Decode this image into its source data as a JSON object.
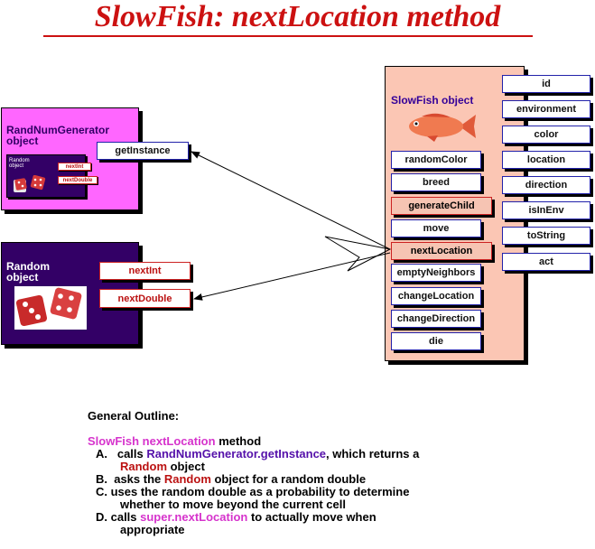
{
  "title": "SlowFish: nextLocation method",
  "slowfish": {
    "label": "SlowFish object",
    "left_methods": [
      "randomColor",
      "breed",
      "generateChild",
      "move",
      "nextLocation",
      "emptyNeighbors",
      "changeLocation",
      "changeDirection",
      "die"
    ],
    "right_methods": [
      "id",
      "environment",
      "color",
      "location",
      "direction",
      "isInEnv",
      "toString",
      "act"
    ]
  },
  "randnum": {
    "label_line1": "RandNumGenerator",
    "label_line2": "object",
    "method": "getInstance",
    "inner_label_line1": "Random",
    "inner_label_line2": "object",
    "inner_methods": [
      "nextInt",
      "nextDouble"
    ]
  },
  "random": {
    "label_line1": "Random",
    "label_line2": "object",
    "methods": [
      "nextInt",
      "nextDouble"
    ]
  },
  "outline": {
    "heading": "General Outline:",
    "method_name": "SlowFish nextLocation",
    "method_word": " method",
    "a_prefix": "A.   calls ",
    "a_call": "RandNumGenerator.getInstance",
    "a_mid": ", which returns a",
    "a_obj": "Random",
    "a_end": " object",
    "b_prefix": "B.  asks the ",
    "b_obj": "Random",
    "b_end": " object for a random double",
    "c_line1": "C.  uses the random double as a probability to determine",
    "c_line2": "whether to move beyond the current cell",
    "d_prefix": "D. calls ",
    "d_call": "super.nextLocation",
    "d_end": " to actually move when",
    "d_line2": "appropriate"
  },
  "colors": {
    "title": "#cc1111",
    "slowfish_bg": "#fbc6b4",
    "randnum_bg": "#ff66ff",
    "random_bg": "#330066",
    "highlight_method": "#f6c4b3"
  }
}
